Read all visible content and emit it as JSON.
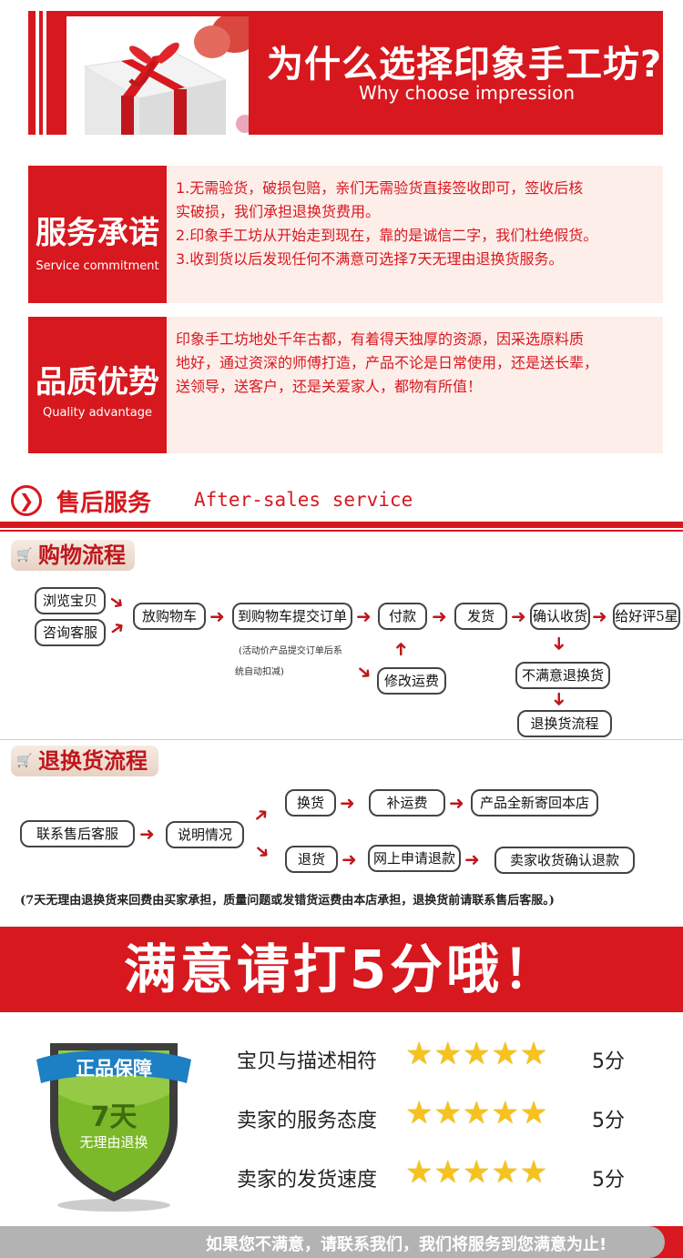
{
  "header": {
    "title": "为什么选择印象手工坊?",
    "subtitle": "Why choose impression"
  },
  "service": {
    "title": "服务承诺",
    "subtitle": "Service commitment",
    "lines": [
      "1.无需验货，破损包赔，亲们无需验货直接签收即可，签收后核",
      "实破损，我们承担退换货费用。",
      "2.印象手工坊从开始走到现在，靠的是诚信二字，我们杜绝假货。",
      "3.收到货以后发现任何不满意可选择7天无理由退换货服务。"
    ]
  },
  "quality": {
    "title": "品质优势",
    "subtitle": "Quality advantage",
    "lines": [
      "印象手工坊地处千年古都，有着得天独厚的资源，因采选原料质",
      "地好，通过资深的师傅打造，产品不论是日常使用，还是送长辈，",
      "送领导，送客户，还是关爱家人，都物有所值！"
    ]
  },
  "after_sales": {
    "title_cn": "售后服务",
    "title_en": "After-sales service",
    "arrow_icon": "chevron-right-icon"
  },
  "shopping_flow": {
    "title": "购物流程",
    "nodes": {
      "browse": "浏览宝贝",
      "consult": "咨询客服",
      "add_cart": "放购物车",
      "submit_order": "到购物车提交订单",
      "pay": "付款",
      "ship": "发货",
      "confirm": "确认收货",
      "rate": "给好评5星",
      "modify_fee": "修改运费",
      "unsatisfied": "不满意退换货",
      "return_flow": "退换货流程"
    },
    "note_line1": "(活动价产品提交订单后系",
    "note_line2": "统自动扣减)"
  },
  "return_flow": {
    "title": "退换货流程",
    "nodes": {
      "contact": "联系售后客服",
      "explain": "说明情况",
      "exchange": "换货",
      "add_fee": "补运费",
      "new_return": "产品全新寄回本店",
      "refund": "退货",
      "apply_refund": "网上申请退款",
      "confirm_refund": "卖家收货确认退款"
    },
    "note": "(7天无理由退换货来回费由买家承担，质量问题或发错货运费由本店承担，退换货前请联系售后客服。)"
  },
  "banner": "满意请打5分哦！",
  "shield": {
    "top": "正品保障",
    "days": "7天",
    "bottom": "无理由退换"
  },
  "ratings": [
    {
      "label": "宝贝与描述相符",
      "stars": "★★★★★",
      "score": "5分"
    },
    {
      "label": "卖家的服务态度",
      "stars": "★★★★★",
      "score": "5分"
    },
    {
      "label": "卖家的发货速度",
      "stars": "★★★★★",
      "score": "5分"
    }
  ],
  "footer": "如果您不满意，请联系我们，我们将服务到您满意为止!",
  "colors": {
    "accent": "#d7181e",
    "star": "#f6c21d",
    "panel": "#fdeeea"
  }
}
